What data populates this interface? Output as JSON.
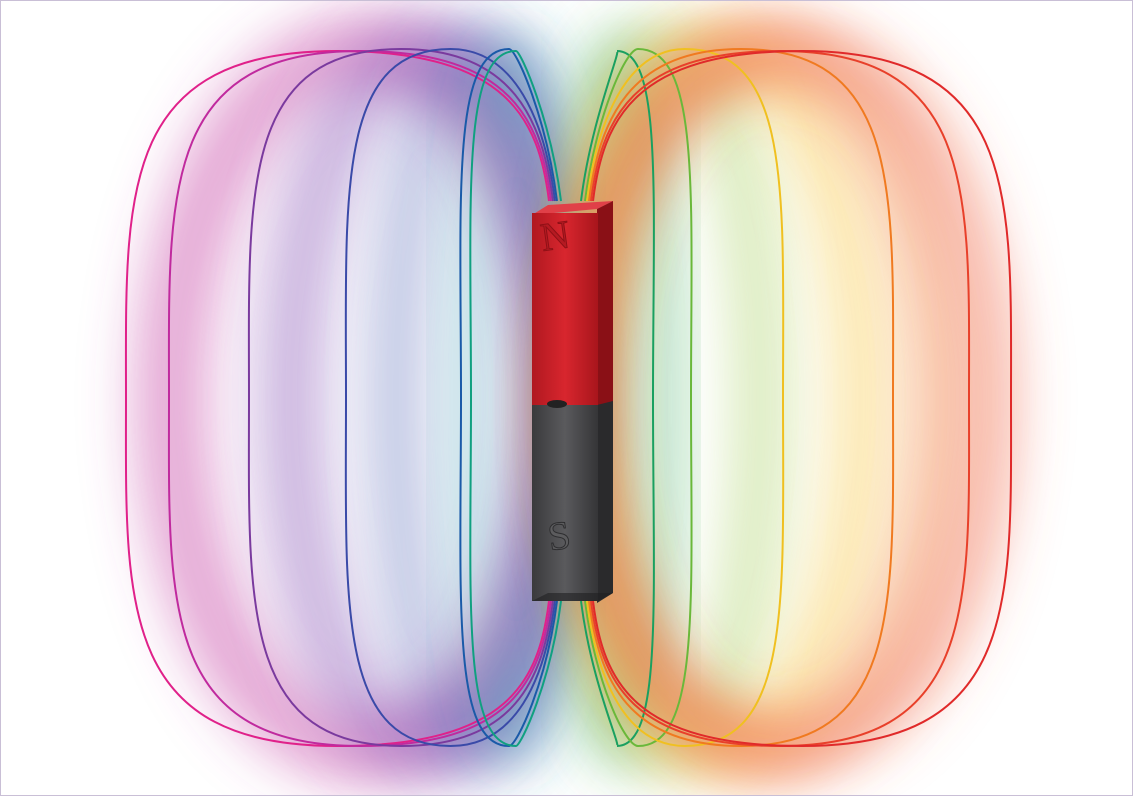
{
  "scene": {
    "subject": "bar-magnet-field-lines",
    "magnet": {
      "north_color": "#c4202a",
      "south_color": "#4a4a4c",
      "north_letter": "N",
      "south_letter": "S"
    },
    "field_line_colors_left": [
      "#e0218a",
      "#c02a9e",
      "#7a3a9e",
      "#3a4aa8",
      "#1a5aa8",
      "#10a080"
    ],
    "field_line_colors_right": [
      "#1aa060",
      "#6ab83a",
      "#f0c020",
      "#f07a20",
      "#e8402a",
      "#e02a2a"
    ],
    "glow_colors_left": [
      "#c84aa8",
      "#8a5ab8",
      "#5a6ab8",
      "#3a9ab0"
    ],
    "glow_colors_right": [
      "#5ab878",
      "#a8d060",
      "#f8c840",
      "#f08040",
      "#f06a50"
    ]
  }
}
